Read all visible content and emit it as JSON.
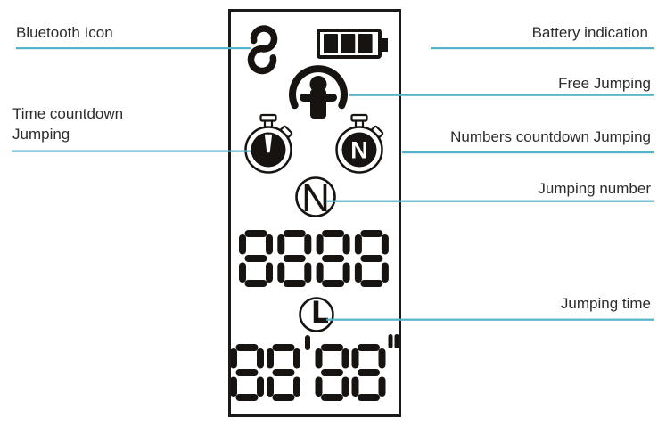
{
  "labels": {
    "bluetooth": "Bluetooth Icon",
    "time_countdown": "Time countdown Jumping",
    "battery": "Battery indication",
    "free_jumping": "Free Jumping",
    "numbers_countdown": "Numbers countdown Jumping",
    "jumping_number": "Jumping number",
    "jumping_time": "Jumping time"
  },
  "screen": {
    "jump_count_display": "8888",
    "jump_time_display": "88'88\"",
    "countdown_stopwatch_letter": "N",
    "jumping_number_letter": "N",
    "battery": {
      "bars_filled": 3,
      "bars_total": 3
    }
  },
  "icons": {
    "bluetooth": "bluetooth-link-icon",
    "battery": "battery-icon",
    "free_jumping": "jumping-person-icon",
    "time_countdown": "stopwatch-dial-icon",
    "numbers_countdown": "stopwatch-n-icon",
    "jumping_number": "letter-n-circle-icon",
    "jumping_time": "clock-icon"
  },
  "colors": {
    "callout_line": "#54b3c9",
    "ink": "#161310",
    "label_text": "#2e2c2b",
    "panel_border": "#1c1a19",
    "background": "#ffffff"
  }
}
